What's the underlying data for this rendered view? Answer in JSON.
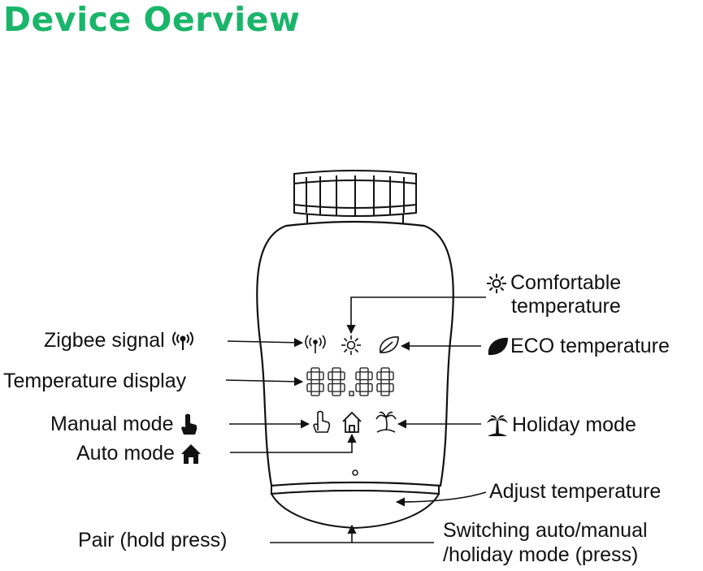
{
  "title": "Device Oerview",
  "title_color": "#1ab56a",
  "ink_color": "#111111",
  "display_digits": "88.88",
  "labels": {
    "zigbee": "Zigbee signal",
    "temperature_display": "Temperature display",
    "manual_mode": "Manual mode",
    "auto_mode": "Auto mode",
    "comfortable_line1": "Comfortable",
    "comfortable_line2": "temperature",
    "eco": "ECO temperature",
    "holiday": "Holiday mode",
    "adjust": "Adjust temperature",
    "pair": "Pair (hold press)",
    "switch_line1": "Switching auto/manual",
    "switch_line2": "/holiday mode (press)"
  },
  "icons": [
    "signal-icon",
    "sun-icon",
    "leaf-icon",
    "hand-icon",
    "house-icon",
    "palm-tree-icon",
    "seven-segment-display"
  ]
}
